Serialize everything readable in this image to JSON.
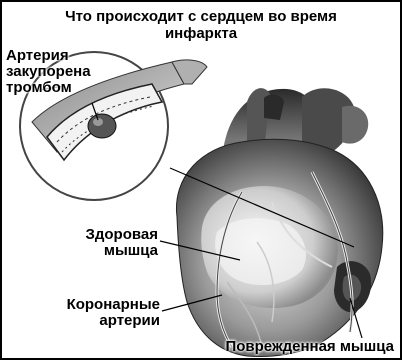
{
  "title": {
    "line1": "Что происходит с сердцем во время",
    "line2": "инфаркта"
  },
  "labels": {
    "artery_blocked": [
      "Артерия",
      "закупорена",
      "тромбом"
    ],
    "healthy_muscle": [
      "Здоровая",
      "мышца"
    ],
    "coronary_arteries": [
      "Коронарные",
      "артерии"
    ],
    "damaged_muscle": "Поврежденная мышца"
  }
}
